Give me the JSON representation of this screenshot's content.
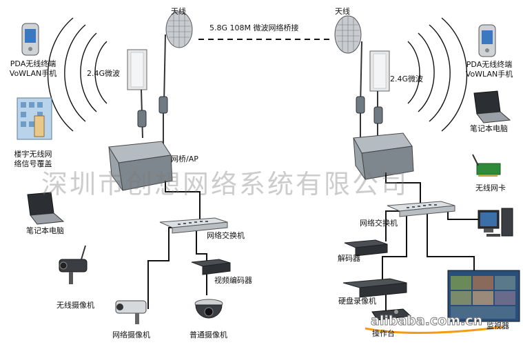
{
  "labels": {
    "antenna_left": "天线",
    "antenna_right": "天线",
    "link": "5.8G 108M  微波网络桥接",
    "pda_left_1": "PDA无线终端",
    "pda_left_2": "VoWLAN手机",
    "pda_right_1": "PDA无线终端",
    "pda_right_2": "VoWLAN手机",
    "mw_left": "2.4G微波",
    "mw_right": "2.4G微波",
    "building_1": "楼宇无线网",
    "building_2": "络信号覆盖",
    "laptop_right": "笔记本电脑",
    "laptop_left": "笔记本电脑",
    "bridge_ap": "网桥/AP",
    "nic": "无线网卡",
    "switch_left": "网络交换机",
    "switch_right": "网络交换机",
    "decoder": "解码器",
    "encoder": "视频编码器",
    "wireless_cam": "无线摄像机",
    "dvr": "硬盘录像机",
    "net_cam": "网络摄像机",
    "dome_cam": "普通摄像机",
    "console": "操作台",
    "monitor": "监视器"
  },
  "watermark": "深圳市创想网络系统有限公司",
  "logo_text": "alibaba.com.cn",
  "colors": {
    "line": "#111111",
    "device_gray": "#8a949c",
    "switch_silver": "#c9cdd2",
    "watermark": "#787878",
    "logo_orange": "#f39c12"
  }
}
